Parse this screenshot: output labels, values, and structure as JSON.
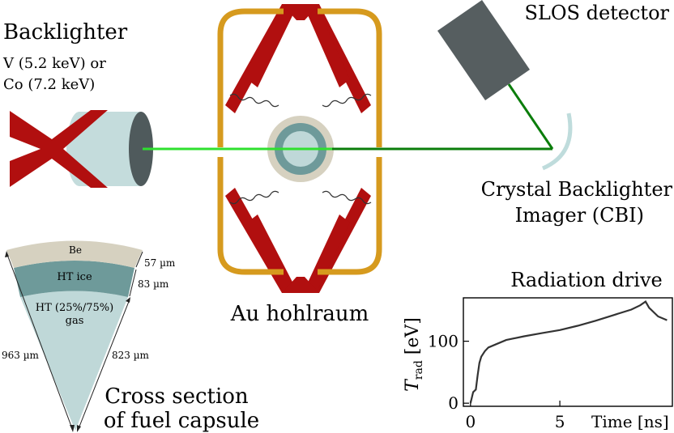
{
  "colors": {
    "laser_red": "#b10f0f",
    "hohlraum_gold": "#d69a1e",
    "backlighter_cyl": "#c4dcdc",
    "cyl_end": "#4f5a5c",
    "detector": "#565e60",
    "crystal": "#bfdcdc",
    "beam_light_green": "#2fe02f",
    "beam_dark_green": "#0b7d0b",
    "ablator_be": "#d6d1c0",
    "ice": "#6e9a9a",
    "gas": "#bfd8d8"
  },
  "labels": {
    "backlighter_title": "Backlighter",
    "backlighter_line1": "V (5.2 keV) or",
    "backlighter_line2": "Co (7.2 keV)",
    "slos": "SLOS detector",
    "cbi_line1": "Crystal Backlighter",
    "cbi_line2": "Imager (CBI)",
    "hohlraum": "Au hohlraum",
    "cross_line1": "Cross section",
    "cross_line2": "of fuel capsule"
  },
  "capsule": {
    "layer_be": "Be",
    "layer_ice": "HT ice",
    "layer_gas_line1": "HT (25%/75%)",
    "layer_gas_line2": "gas",
    "dim_be": "57 µm",
    "dim_ice": "83 µm",
    "dim_outer": "963 µm",
    "dim_inner": "823 µm"
  },
  "chart_data": {
    "type": "line",
    "title": "Radiation drive",
    "xlabel": "Time [ns]",
    "ylabel_main": "T",
    "ylabel_sub": "rad",
    "ylabel_unit": " [eV]",
    "xlim": [
      -0.4,
      11.3
    ],
    "ylim": [
      -5,
      170
    ],
    "xticks": [
      0,
      5
    ],
    "yticks": [
      0,
      100
    ],
    "series": [
      {
        "x": [
          0.0,
          0.15,
          0.3,
          0.4,
          0.5,
          0.6,
          0.8,
          1.0,
          1.5,
          2.0,
          3.0,
          4.0,
          5.0,
          6.0,
          7.0,
          8.0,
          9.0,
          9.5,
          9.8,
          10.0,
          10.5,
          11.0
        ],
        "y": [
          0,
          18,
          22,
          45,
          65,
          75,
          84,
          90,
          96,
          102,
          108,
          113,
          118,
          125,
          133,
          142,
          151,
          158,
          164,
          154,
          140,
          134
        ]
      }
    ]
  }
}
